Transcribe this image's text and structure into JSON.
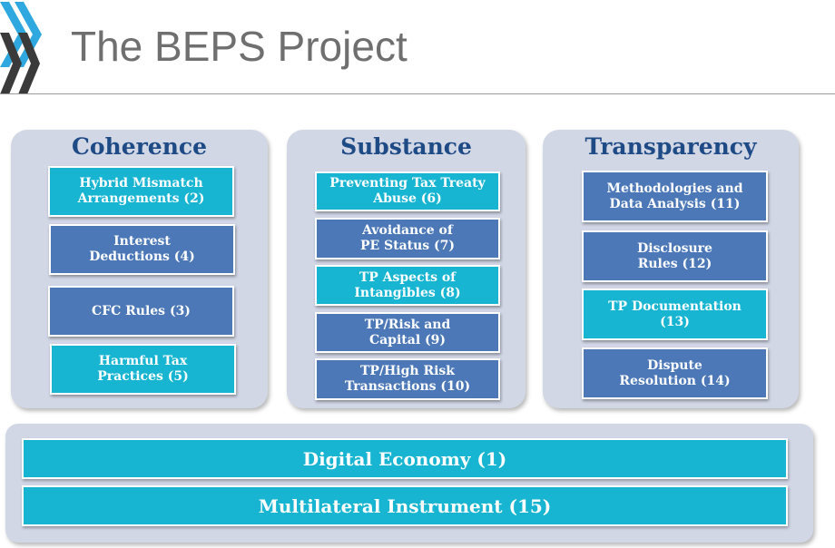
{
  "title": "The BEPS Project",
  "colors": {
    "title_text": "#6f6f6f",
    "pillar_heading": "#1e4a86",
    "panel_bg": "#d2d7e6",
    "cyan_box": "#18b5d2",
    "blue_box": "#4c78b7",
    "logo": "#2ea8de"
  },
  "pillars": [
    {
      "heading": "Coherence",
      "items": [
        {
          "line1": "Hybrid Mismatch",
          "line2": "Arrangements (2)",
          "color": "cyan"
        },
        {
          "line1": "Interest",
          "line2": "Deductions (4)",
          "color": "blue"
        },
        {
          "line1": "CFC Rules (3)",
          "line2": "",
          "color": "blue"
        },
        {
          "line1": "Harmful Tax",
          "line2": "Practices (5)",
          "color": "cyan"
        }
      ]
    },
    {
      "heading": "Substance",
      "items": [
        {
          "line1": "Preventing Tax Treaty",
          "line2": "Abuse (6)",
          "color": "cyan"
        },
        {
          "line1": "Avoidance of",
          "line2": "PE Status (7)",
          "color": "blue"
        },
        {
          "line1": "TP Aspects of",
          "line2": "Intangibles (8)",
          "color": "cyan"
        },
        {
          "line1": "TP/Risk and",
          "line2": "Capital (9)",
          "color": "blue"
        },
        {
          "line1": "TP/High Risk",
          "line2": "Transactions (10)",
          "color": "blue"
        }
      ]
    },
    {
      "heading": "Transparency",
      "items": [
        {
          "line1": "Methodologies and",
          "line2": "Data Analysis (11)",
          "color": "blue"
        },
        {
          "line1": "Disclosure",
          "line2": "Rules (12)",
          "color": "blue"
        },
        {
          "line1": "TP Documentation",
          "line2": "(13)",
          "color": "cyan"
        },
        {
          "line1": "Dispute",
          "line2": "Resolution (14)",
          "color": "blue"
        }
      ]
    }
  ],
  "cross_cutting": [
    {
      "label": "Digital Economy (1)"
    },
    {
      "label": "Multilateral Instrument (15)"
    }
  ]
}
